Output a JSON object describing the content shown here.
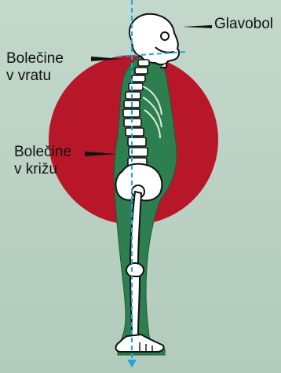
{
  "labels": {
    "head": "Glavobol",
    "neck_line1": "Bolečine",
    "neck_line2": "v vratu",
    "back_line1": "Bolečine",
    "back_line2": "v križu"
  },
  "colors": {
    "background": "#b7cfc0",
    "pain_circle": "#b8172a",
    "body": "#2e7f4f",
    "bone": "#ffffff",
    "plumb_line": "#1fa5de",
    "text": "#111111"
  }
}
